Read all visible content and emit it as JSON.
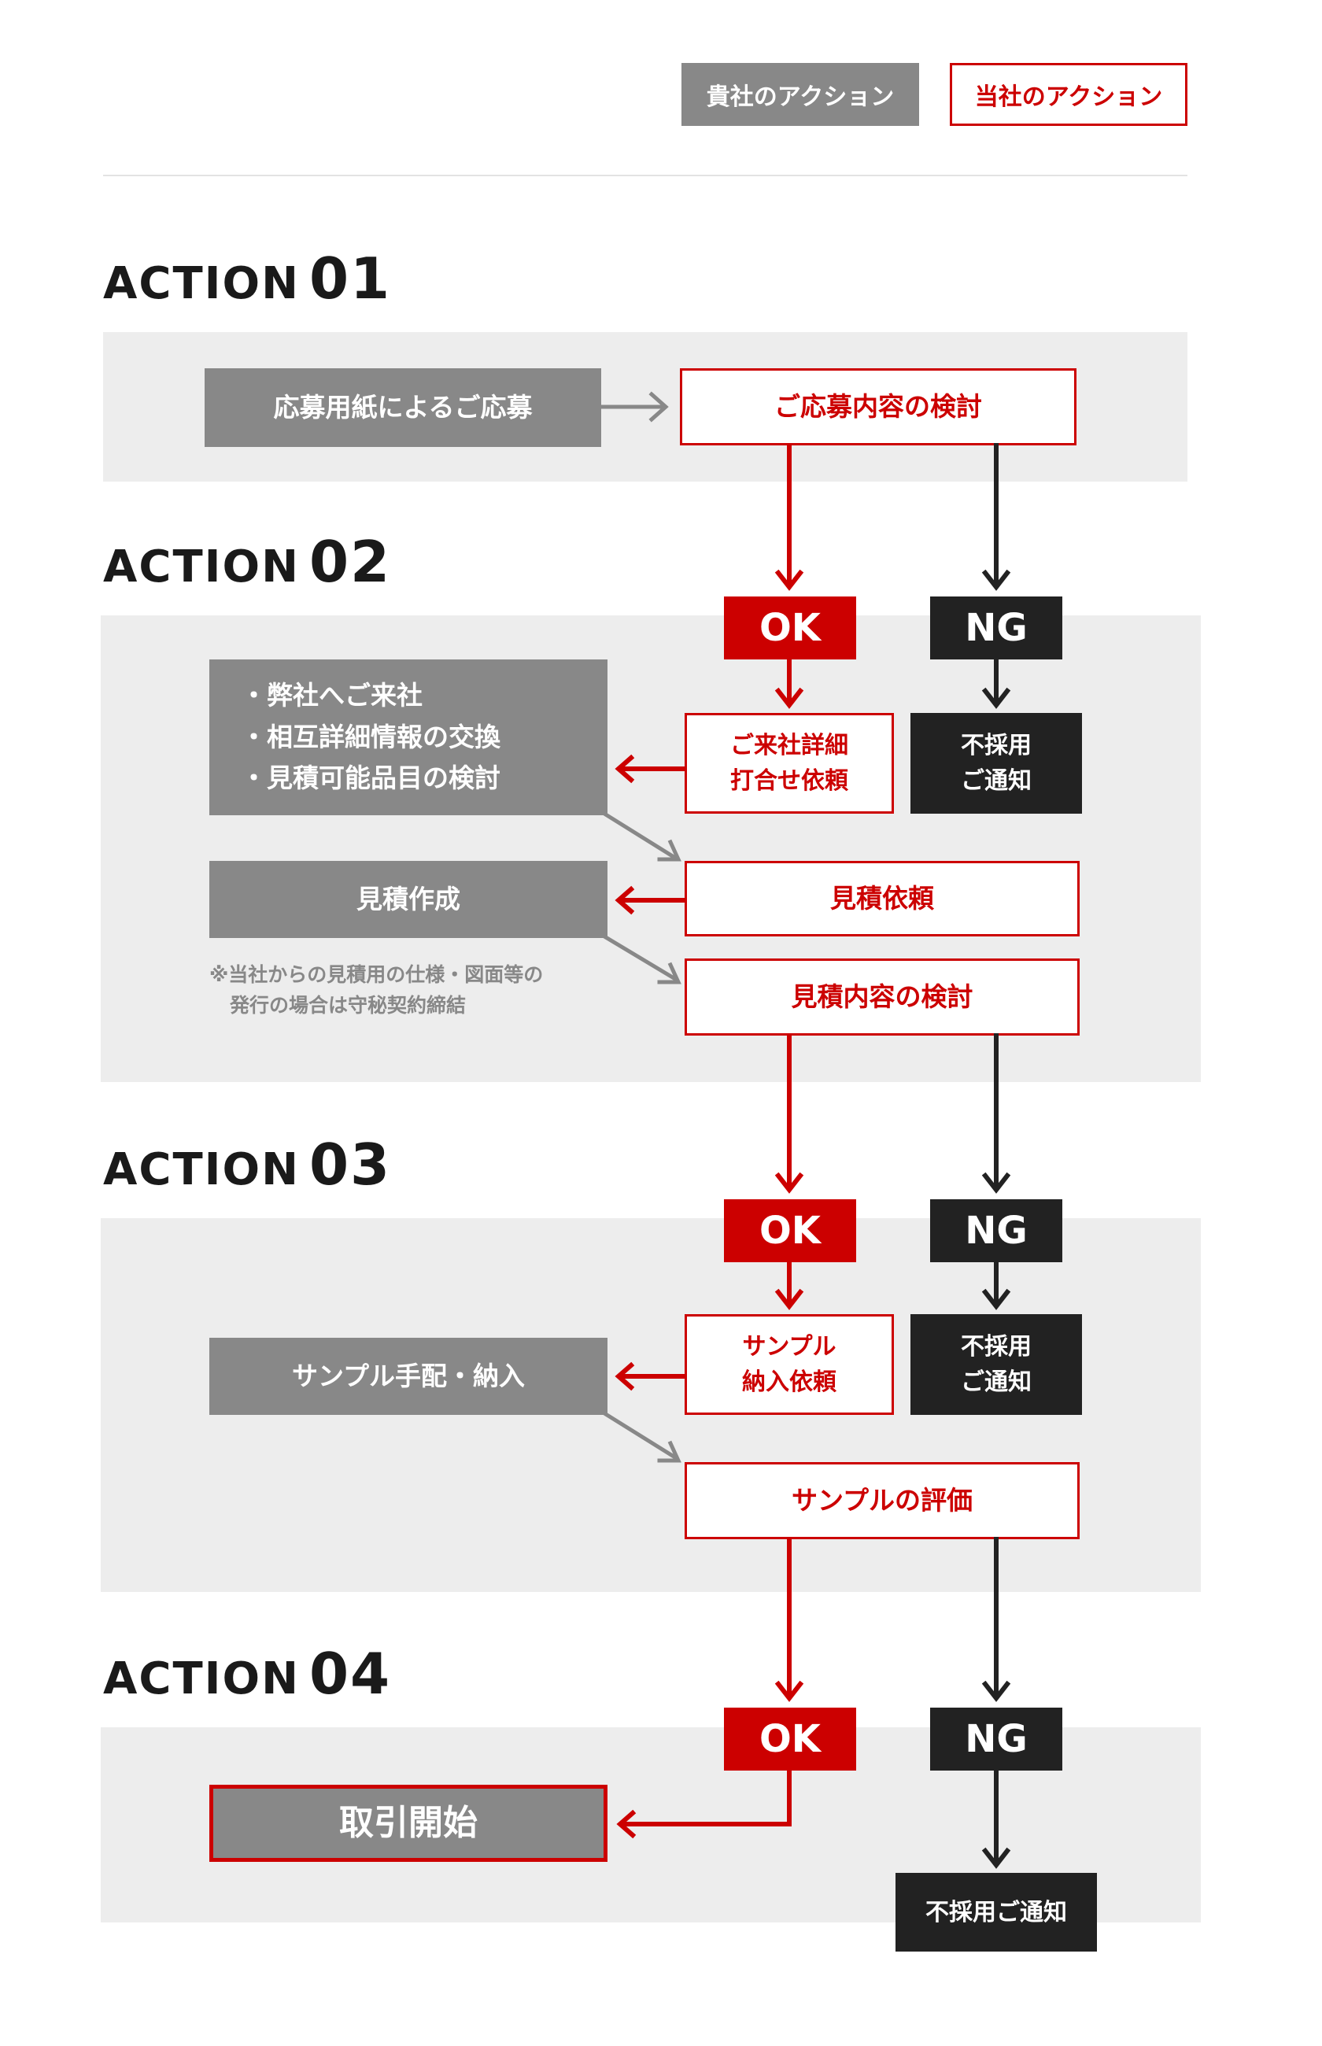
{
  "legend": {
    "client_action": "貴社のアクション",
    "our_action": "当社のアクション"
  },
  "colors": {
    "accent_red": "#cc0000",
    "client_gray": "#888888",
    "dark": "#222222",
    "band": "#ededed"
  },
  "action1": {
    "heading_word": "ACTION",
    "heading_num": "01",
    "apply_box": "応募用紙によるご応募",
    "review_box": "ご応募内容の検討"
  },
  "action2": {
    "heading_word": "ACTION",
    "heading_num": "02",
    "ok_label": "OK",
    "ng_label": "NG",
    "visit_items": [
      "・弊社へご来社",
      "・相互詳細情報の交換",
      "・見積可能品目の検討"
    ],
    "visit_request_lines": [
      "ご来社詳細",
      "打合せ依頼"
    ],
    "reject_lines": [
      "不採用",
      "ご通知"
    ],
    "estimate_create": "見積作成",
    "estimate_request": "見積依頼",
    "note_lines": [
      "※当社からの見積用の仕様・図面等の",
      "発行の場合は守秘契約締結"
    ],
    "estimate_review": "見積内容の検討"
  },
  "action3": {
    "heading_word": "ACTION",
    "heading_num": "03",
    "ok_label": "OK",
    "ng_label": "NG",
    "sample_request_lines": [
      "サンプル",
      "納入依頼"
    ],
    "reject_lines": [
      "不採用",
      "ご通知"
    ],
    "sample_delivery": "サンプル手配・納入",
    "sample_review": "サンプルの評価"
  },
  "action4": {
    "heading_word": "ACTION",
    "heading_num": "04",
    "ok_label": "OK",
    "ng_label": "NG",
    "start": "取引開始",
    "reject": "不採用ご通知"
  }
}
